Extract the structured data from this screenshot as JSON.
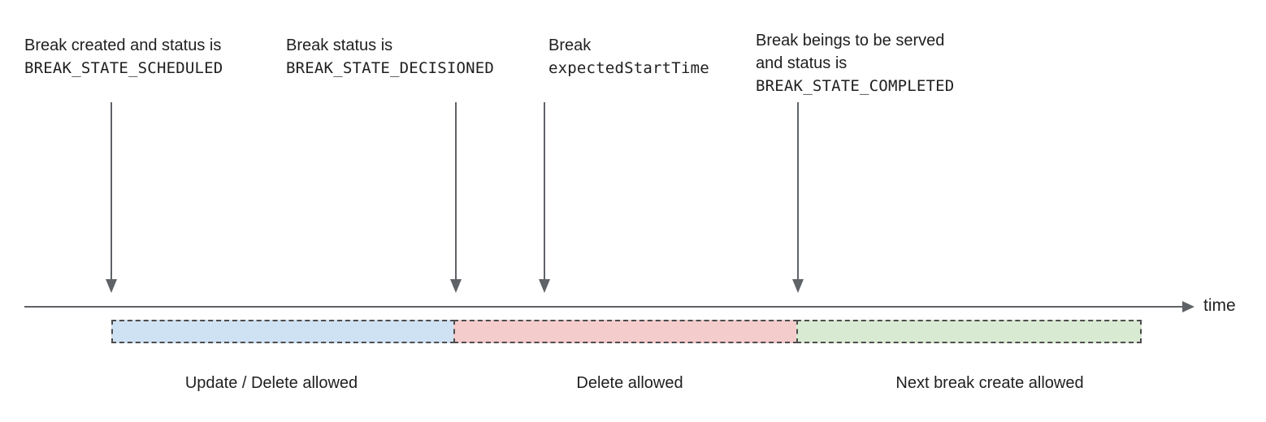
{
  "annotations": [
    {
      "line1": "Break created and status is",
      "line2": "BREAK_STATE_SCHEDULED"
    },
    {
      "line1": "Break status is",
      "line2": "BREAK_STATE_DECISIONED"
    },
    {
      "line1": "Break",
      "line2": "expectedStartTime"
    },
    {
      "line1": "Break beings to be served",
      "line2": "and status is",
      "line3": "BREAK_STATE_COMPLETED"
    }
  ],
  "timeline": {
    "axis_label": "time"
  },
  "segments": [
    {
      "label": "Update / Delete allowed",
      "fill": "#cfe2f3"
    },
    {
      "label": "Delete allowed",
      "fill": "#f4cccc"
    },
    {
      "label": "Next break create allowed",
      "fill": "#d9ead3"
    }
  ],
  "colors": {
    "arrow": "#5f6368",
    "dashed_border": "#4d4d4d",
    "text": "#1f1f1f"
  }
}
